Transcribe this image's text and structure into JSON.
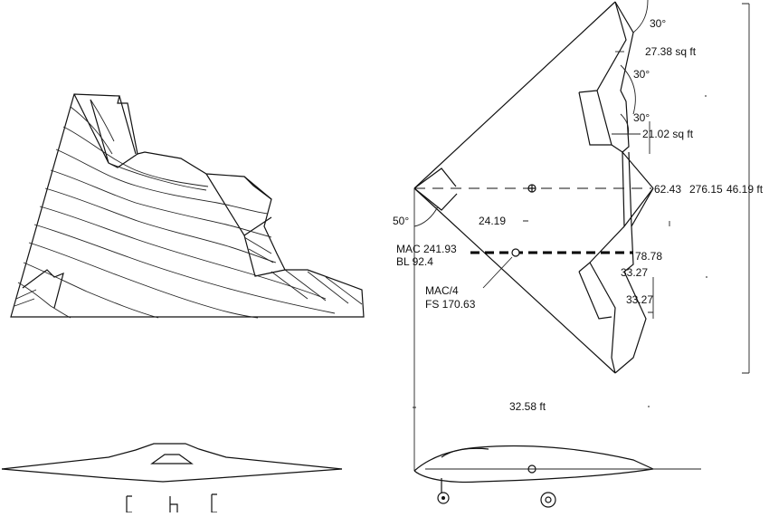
{
  "angles": {
    "top": "30°",
    "mid": "30°",
    "lower": "30°",
    "sweep": "50°"
  },
  "areas": {
    "upper_surface": "27.38 sq ft",
    "lower_surface": "21.02 sq ft"
  },
  "stations": {
    "apex": "62.43",
    "length": "276.15",
    "span_half": "46.19 ft",
    "mac_mid": "24.19",
    "mac_tip": "78.78",
    "elevon_upper": "33.27",
    "elevon_lower": "33.27",
    "mac_label": "MAC 241.93",
    "bl_label": "BL 92.4",
    "mac4_label": "MAC/4",
    "fs_label": "FS 170.63",
    "span_total": "32.58 ft"
  }
}
